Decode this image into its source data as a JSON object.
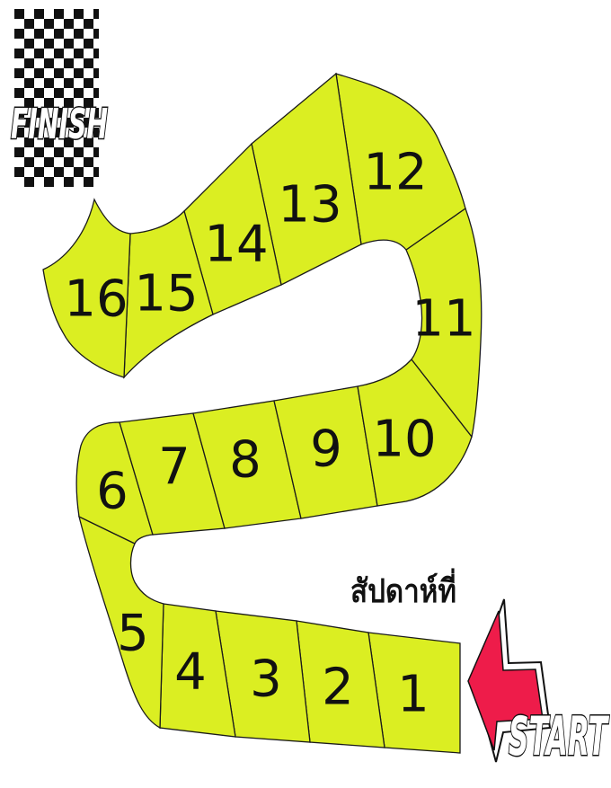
{
  "finish_label": "FINISH",
  "start_label": "START",
  "week_label": "สัปดาห์ที่",
  "squares": [
    "1",
    "2",
    "3",
    "4",
    "5",
    "6",
    "7",
    "8",
    "9",
    "10",
    "11",
    "12",
    "13",
    "14",
    "15",
    "16"
  ],
  "colors": {
    "track": "#dbee22",
    "arrow": "#ee1c4a",
    "outline": "#1a1a1a"
  },
  "icons": [
    "checkered-flag-icon",
    "start-arrow-icon"
  ]
}
